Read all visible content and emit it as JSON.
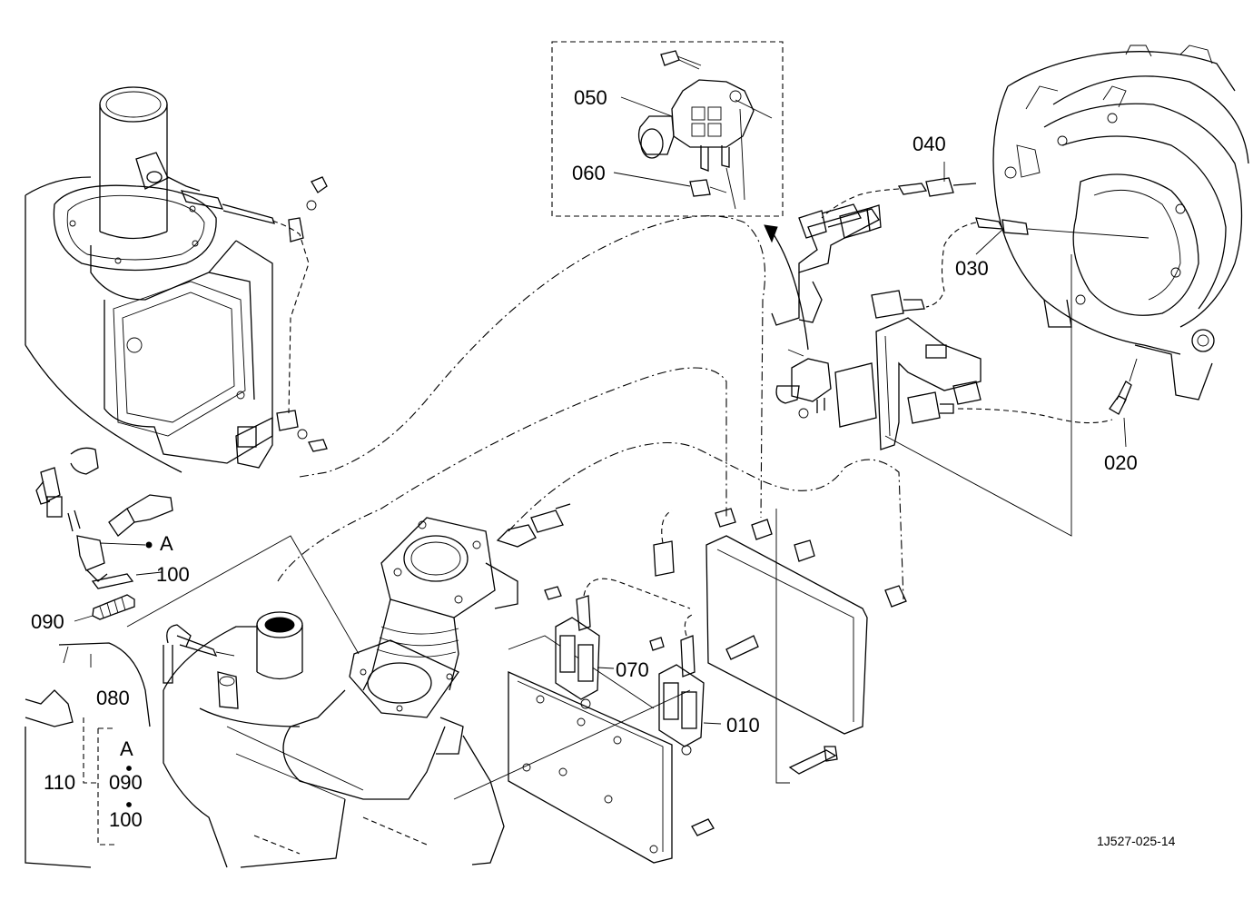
{
  "labels": {
    "p010": "010",
    "p020": "020",
    "p030": "030",
    "p040": "040",
    "p050": "050",
    "p060": "060",
    "p070": "070",
    "p080": "080",
    "p090": "090",
    "p100": "100",
    "p110": "110",
    "a_marker": "A"
  },
  "kit_note": {
    "a": "A",
    "b": "090",
    "c": "100"
  },
  "drawing_ref": "1J527-025-14"
}
